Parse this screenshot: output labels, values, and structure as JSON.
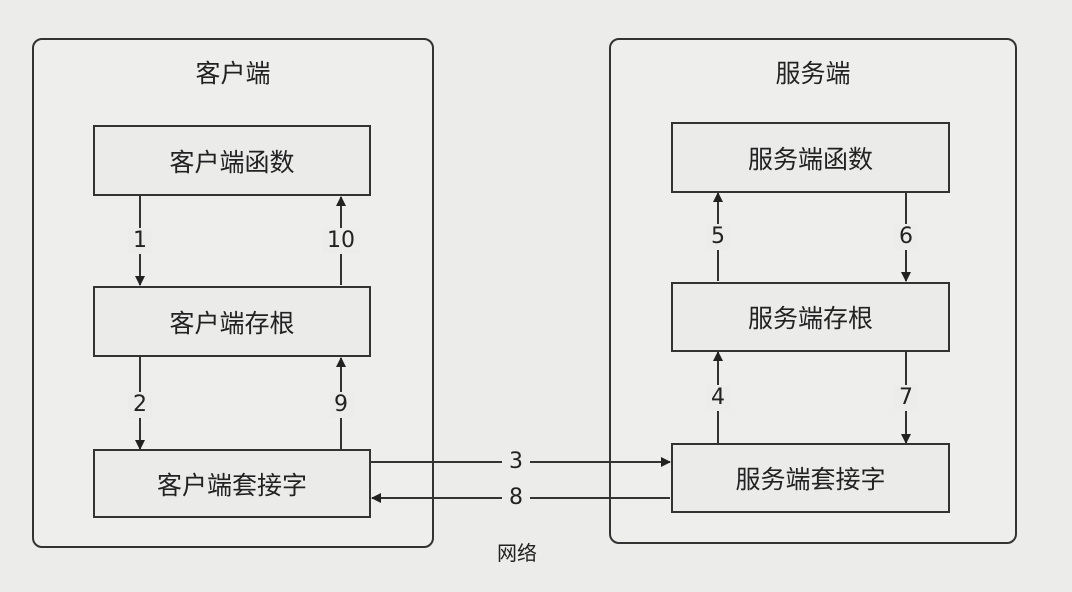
{
  "client": {
    "title": "客户端",
    "function_box": "客户端函数",
    "stub_box": "客户端存根",
    "socket_box": "客户端套接字"
  },
  "server": {
    "title": "服务端",
    "function_box": "服务端函数",
    "stub_box": "服务端存根",
    "socket_box": "服务端套接字"
  },
  "network_label": "网络",
  "steps": {
    "s1": "1",
    "s2": "2",
    "s3": "3",
    "s4": "4",
    "s5": "5",
    "s6": "6",
    "s7": "7",
    "s8": "8",
    "s9": "9",
    "s10": "10"
  }
}
